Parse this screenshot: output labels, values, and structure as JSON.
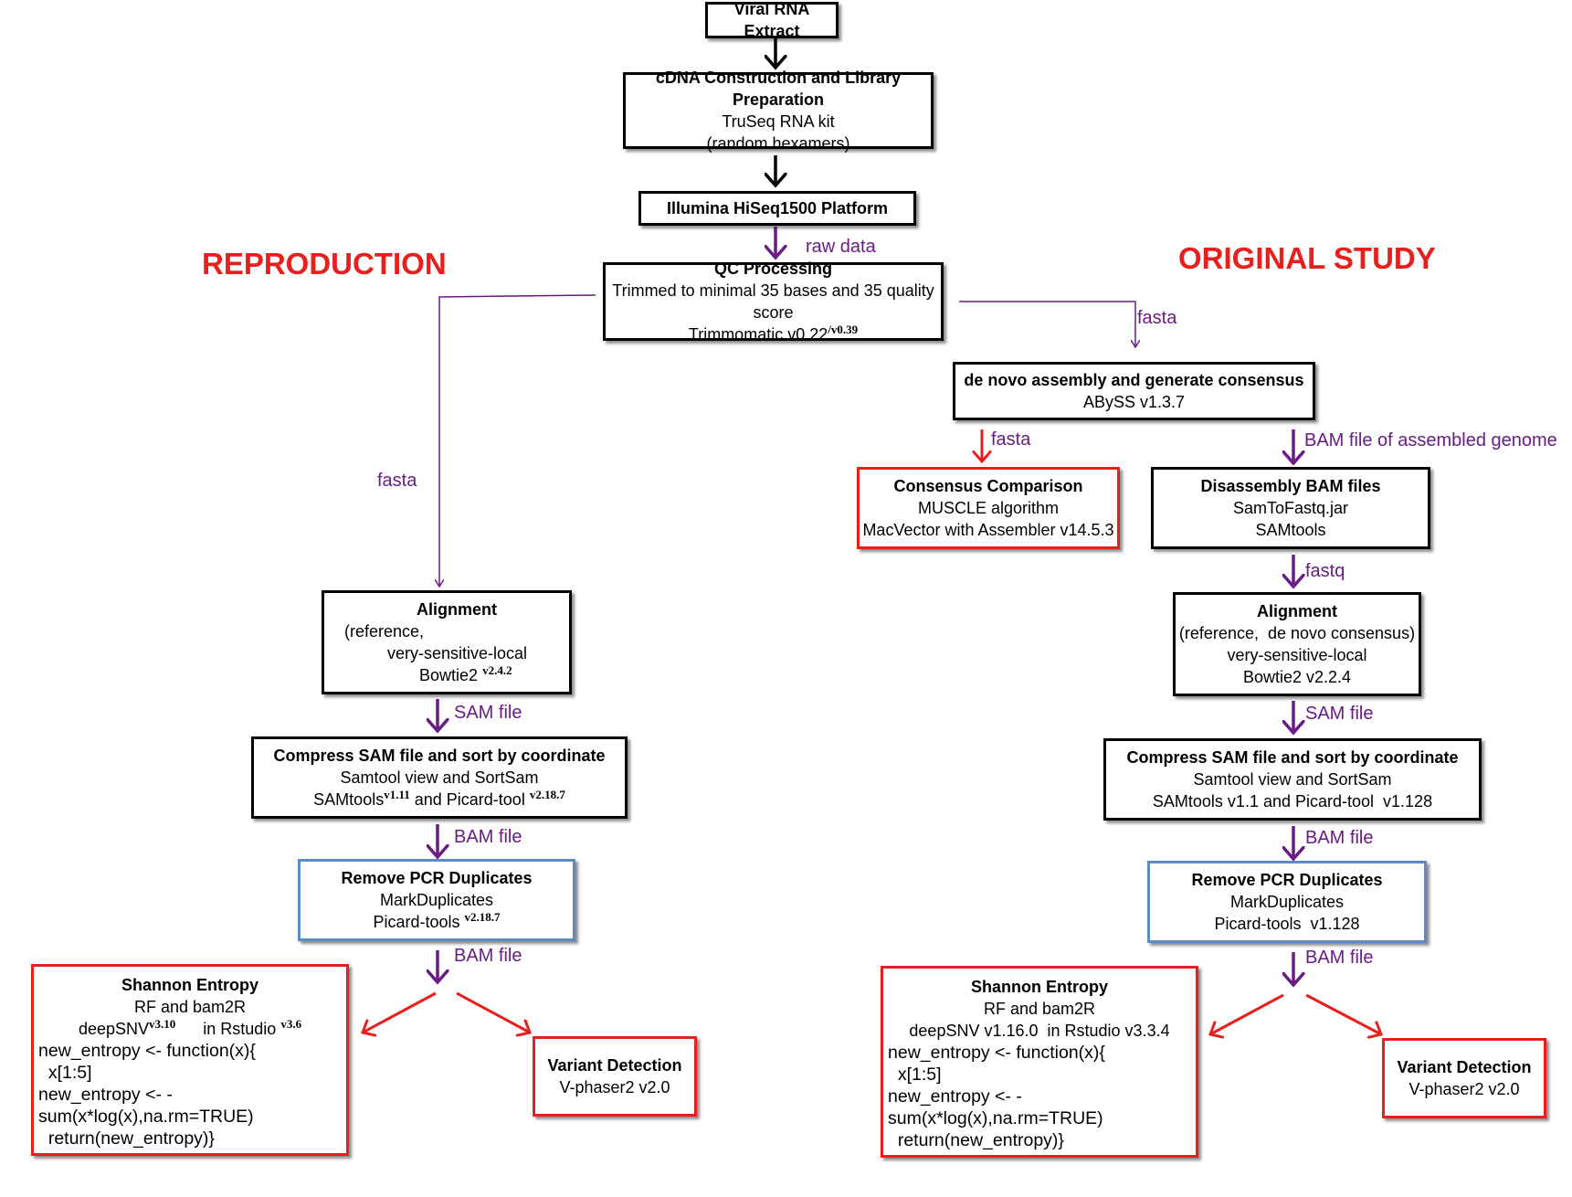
{
  "headings": {
    "left": "REPRODUCTION",
    "right": "ORIGINAL STUDY"
  },
  "top": {
    "viral": {
      "title": "Viral RNA Extract"
    },
    "cdna": {
      "title": "cDNA Construction and Library Preparation",
      "line1": "TruSeq RNA kit",
      "line2": "(random hexamers)"
    },
    "illumina": {
      "title": "Illumina HiSeq1500 Platform"
    },
    "raw_label": "raw data",
    "qc": {
      "title": "QC Processing",
      "line1": "Trimmed to minimal 35 bases and 35 quality score",
      "line2": "Trimmomatic v0.22",
      "line2_sup": "/v0.39"
    }
  },
  "left": {
    "fasta_label": "fasta",
    "alignment": {
      "title": "Alignment",
      "line1": "(reference,",
      "line2": "very-sensitive-local",
      "line3": "Bowtie2",
      "line3_sup": "v2.4.2"
    },
    "sam_label": "SAM file",
    "compress": {
      "title": "Compress SAM file and sort by coordinate",
      "line1": "Samtool view and SortSam",
      "line2a": "SAMtools",
      "line2a_sup": "v1.11",
      "line2b": " and Picard-tool ",
      "line2b_sup": "v2.18.7"
    },
    "bam_label1": "BAM file",
    "pcr": {
      "title": "Remove PCR Duplicates",
      "line1": "MarkDuplicates",
      "line2": "Picard-tools ",
      "line2_sup": "v2.18.7"
    },
    "bam_label2": "BAM file",
    "entropy": {
      "title": "Shannon Entropy",
      "line1": "RF and bam2R",
      "line2a": "deepSNV",
      "line2a_sup": "v3.10",
      "line2b": "      in Rstudio ",
      "line2b_sup": "v3.6",
      "code": [
        "new_entropy <- function(x){",
        "  x[1:5]",
        "new_entropy <- -",
        "sum(x*log(x),na.rm=TRUE)",
        "  return(new_entropy)}"
      ]
    },
    "variant": {
      "title": "Variant Detection",
      "line1": "V-phaser2  v2.0"
    }
  },
  "right": {
    "fasta_label": "fasta",
    "denovo": {
      "title": "de novo assembly and generate consensus",
      "line1": "ABySS v1.3.7"
    },
    "fasta_label2": "fasta",
    "bam_assembled_label": "BAM file of assembled genome",
    "consensus": {
      "title": "Consensus Comparison",
      "line1": "MUSCLE algorithm",
      "line2": "MacVector with Assembler v14.5.3"
    },
    "disassembly": {
      "title": "Disassembly BAM files",
      "line1": "SamToFastq.jar",
      "line2": "SAMtools"
    },
    "fastq_label": "fastq",
    "alignment": {
      "title": "Alignment",
      "line1": "(reference,  de novo consensus)",
      "line2": "very-sensitive-local",
      "line3": "Bowtie2 v2.2.4"
    },
    "sam_label": "SAM file",
    "compress": {
      "title": "Compress SAM file and sort by coordinate",
      "line1": "Samtool view and SortSam",
      "line2": "SAMtools v1.1 and Picard-tool  v1.128"
    },
    "bam_label1": "BAM file",
    "pcr": {
      "title": "Remove PCR Duplicates",
      "line1": "MarkDuplicates",
      "line2": "Picard-tools  v1.128"
    },
    "bam_label2": "BAM file",
    "entropy": {
      "title": "Shannon Entropy",
      "line1": "RF and bam2R",
      "line2": "deepSNV v1.16.0  in Rstudio v3.3.4",
      "code": [
        "new_entropy <- function(x){",
        "  x[1:5]",
        "new_entropy <- -",
        "sum(x*log(x),na.rm=TRUE)",
        "  return(new_entropy)}"
      ]
    },
    "variant": {
      "title": "Variant Detection",
      "line1": "V-phaser2  v2.0"
    }
  },
  "colors": {
    "black": "#000000",
    "red": "#e8201d",
    "purple": "#6a1c84",
    "blue": "#5b8cc7"
  }
}
